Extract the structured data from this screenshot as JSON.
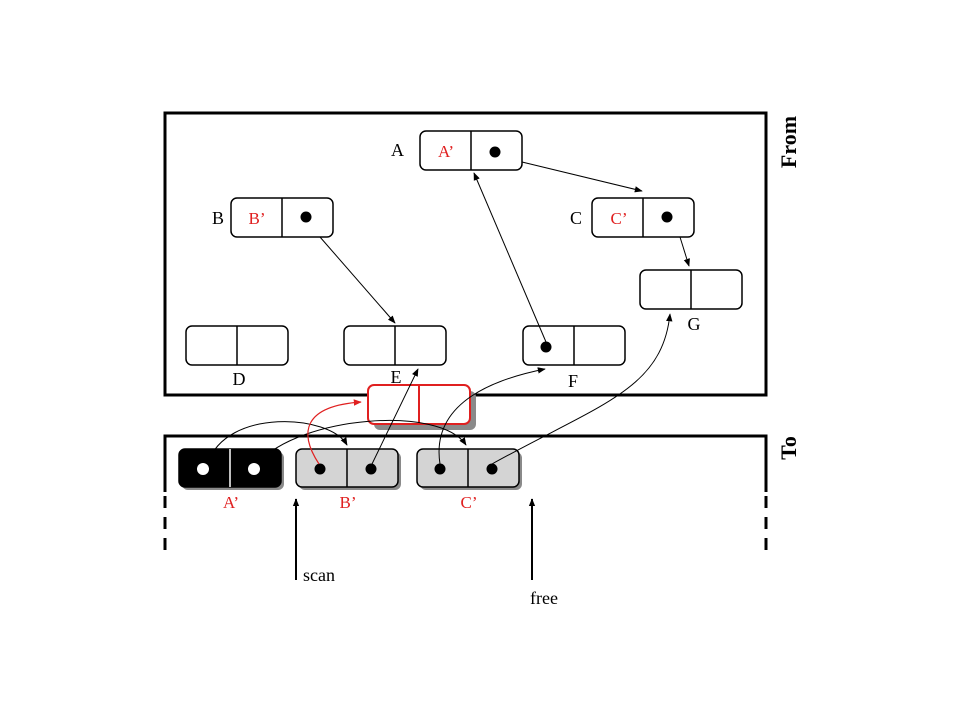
{
  "regions": {
    "from": "From",
    "to": "To"
  },
  "from_space": {
    "A": {
      "name": "A",
      "forward": "A’"
    },
    "B": {
      "name": "B",
      "forward": "B’"
    },
    "C": {
      "name": "C",
      "forward": "C’"
    },
    "D": {
      "name": "D"
    },
    "E": {
      "name": "E"
    },
    "F": {
      "name": "F"
    },
    "G": {
      "name": "G"
    }
  },
  "to_space": {
    "A": {
      "label": "A’",
      "state": "scanned"
    },
    "B": {
      "label": "B’",
      "state": "copied"
    },
    "C": {
      "label": "C’",
      "state": "copied"
    }
  },
  "pointers": {
    "scan": "scan",
    "free": "free"
  },
  "colors": {
    "ink": "#000000",
    "highlight": "#e02020",
    "copied_fill": "#d4d4d4",
    "scanned_fill": "#000000"
  }
}
